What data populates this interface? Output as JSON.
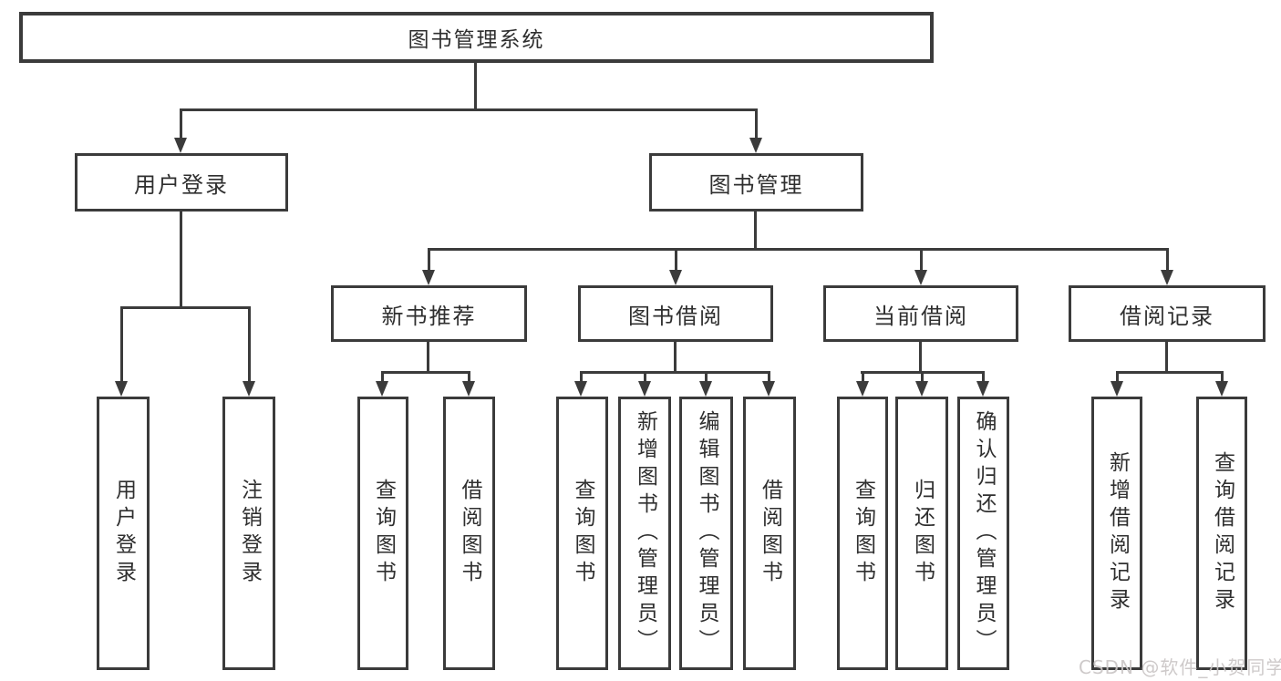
{
  "diagram": {
    "nodes": {
      "root": "图书管理系统",
      "user_login": "用户登录",
      "book_management": "图书管理",
      "new_book_recommend": "新书推荐",
      "book_borrow": "图书借阅",
      "current_borrow": "当前借阅",
      "borrow_record": "借阅记录"
    },
    "leaves": {
      "user_login": [
        "用户登录",
        "注销登录"
      ],
      "new_book_recommend": [
        "查询图书",
        "借阅图书"
      ],
      "book_borrow": [
        "查询图书",
        "新增图书（管理员）",
        "编辑图书（管理员）",
        "借阅图书"
      ],
      "current_borrow": [
        "查询图书",
        "归还图书",
        "确认归还（管理员）"
      ],
      "borrow_record": [
        "新增借阅记录",
        "查询借阅记录"
      ]
    },
    "colors": {
      "line": "#3b3b3b",
      "text": "#2f2f2f",
      "background": "#ffffff",
      "watermark": "#cac5c5"
    },
    "watermark": "CSDN @软件_小贺同学"
  }
}
